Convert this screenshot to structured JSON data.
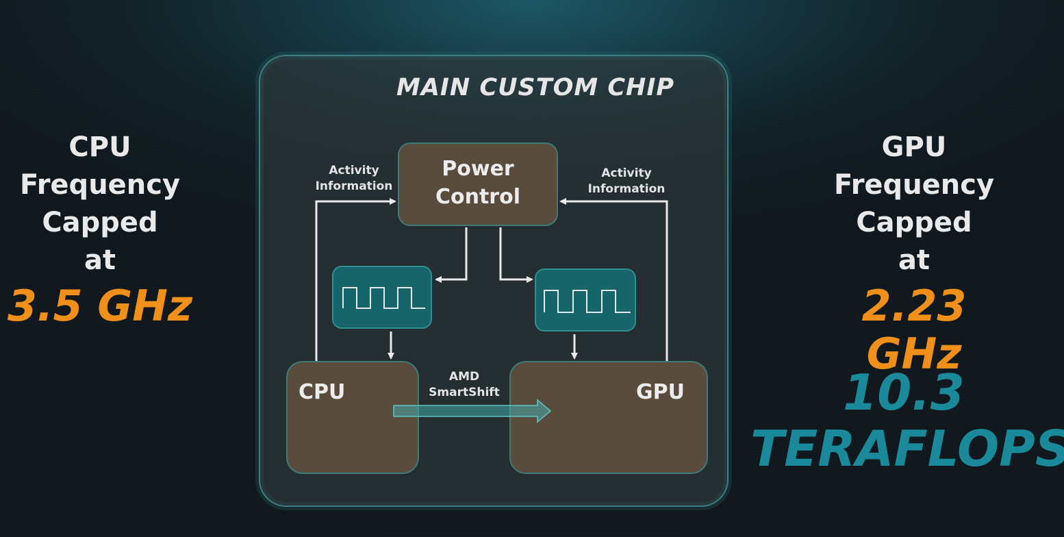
{
  "cpu_stat": {
    "lines": [
      "CPU",
      "Frequency",
      "Capped",
      "at"
    ],
    "value": "3.5 GHz"
  },
  "gpu_stat": {
    "lines": [
      "GPU",
      "Frequency",
      "Capped",
      "at"
    ],
    "value": "2.23 GHz"
  },
  "performance": {
    "value": "10.3",
    "unit": "TERAFLOPS"
  },
  "diagram": {
    "title": "MAIN CUSTOM CHIP",
    "power_control": "Power\nControl",
    "cpu": "CPU",
    "gpu": "GPU",
    "activity_left": "Activity\nInformation",
    "activity_right": "Activity\nInformation",
    "smartshift": "AMD\nSmartShift"
  },
  "colors": {
    "orange_accent": "#f0901a",
    "teal_accent": "#1a8a9a",
    "block_brown": "#5a4c3d",
    "clock_teal": "#16656b"
  }
}
